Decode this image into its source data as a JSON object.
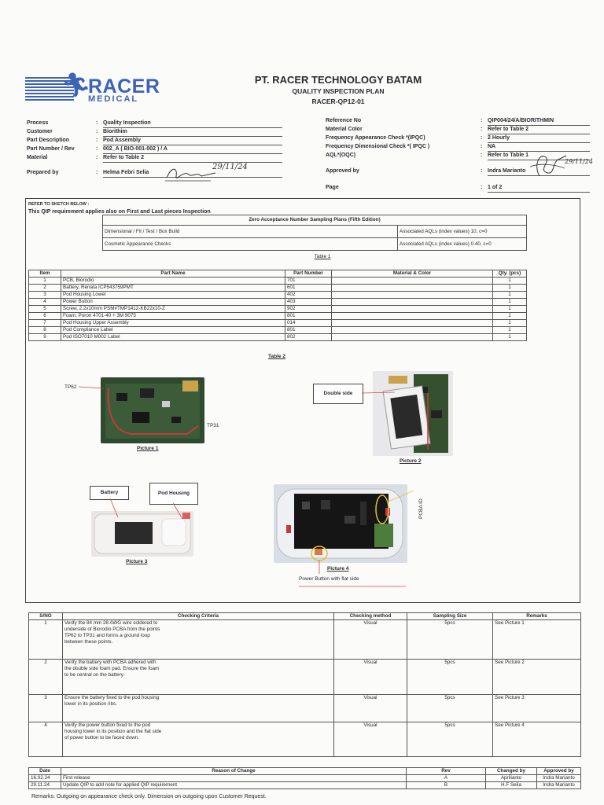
{
  "logo": {
    "brand": "RACER",
    "sub": "MEDICAL"
  },
  "company": {
    "name": "PT. RACER TECHNOLOGY BATAM",
    "doc_type": "QUALITY INSPECTION PLAN",
    "doc_no": "RACER-QP12-01"
  },
  "header_left": [
    {
      "label": "Process",
      "value": "Quality Inspection"
    },
    {
      "label": "Customer",
      "value": "Biorithim"
    },
    {
      "label": "Part Description",
      "value": "Pod Assembly"
    },
    {
      "label": "Part Number / Rev",
      "value": "002_A ( BIO-001-002 ) / A"
    },
    {
      "label": "Material",
      "value": "Refer to Table 2"
    },
    {
      "label": "Prepared by",
      "value": "Helma Febri Selia"
    }
  ],
  "header_right": [
    {
      "label": "Reference No",
      "value": "QIP004/24/A/BIORITHMIN"
    },
    {
      "label": "Material Color",
      "value": "Refer to Table 2"
    },
    {
      "label": "Frequency Appearance Check *(IPQC)",
      "value": "2 Hourly"
    },
    {
      "label": "Frequency Dimensional Check *( IPQC )",
      "value": "NA"
    },
    {
      "label": "AQL*(OQC)",
      "value": "Refer to Table 1"
    },
    {
      "label": "Approved by",
      "value": "Indra Marianto"
    },
    {
      "label": "Page",
      "value": "1 of 2"
    }
  ],
  "signatures": {
    "prepared_date": "29/11/24",
    "approved_date": "29/11/24"
  },
  "notes": {
    "sketch": "REFER TO SKETCH BELOW :",
    "requirement": "This QIP requirement applies also on First and Last pieces Inspection"
  },
  "table1": {
    "title": "Zero Acceptance Number Sampling Plans (Fifth Edition)",
    "rows": [
      {
        "check": "Dimensional / Fit / Test / Box Build",
        "aql": "Associated AQLs (index values) 10, c=0"
      },
      {
        "check": "Cosmetic Appearance Checks",
        "aql": "Associated AQLs (index values) 0.40, c=0"
      }
    ],
    "caption": "Table 1"
  },
  "table2": {
    "headers": [
      "Item",
      "Part Name",
      "Part Number",
      "Material & Color",
      "Qty. (pcs)"
    ],
    "rows": [
      [
        "1",
        "PCB, Biorodio",
        "701",
        "",
        "1"
      ],
      [
        "2",
        "Battery, Renata ICP543759PMT",
        "601",
        "",
        "1"
      ],
      [
        "3",
        "Pod Housing Lower",
        "402",
        "",
        "1"
      ],
      [
        "4",
        "Power Button",
        "403",
        "",
        "1"
      ],
      [
        "5",
        "Screw, 2.2x10mm PSM#TMP1412-KB22x10-Z",
        "902",
        "",
        "1"
      ],
      [
        "6",
        "Foam, Poron 4701-40 + 3M 9075",
        "801",
        "",
        "1"
      ],
      [
        "7",
        "Pod Housing Upper Assembly",
        "014",
        "",
        "1"
      ],
      [
        "8",
        "Pod Compliance Label",
        "801",
        "",
        "1"
      ],
      [
        "9",
        "Pod ISO7010 M002 Label",
        "802",
        "",
        "1"
      ]
    ],
    "caption": "Table 2"
  },
  "pictures": {
    "p1": {
      "caption": "Picture 1",
      "tp62": "TP62",
      "tp31": "TP31"
    },
    "p2": {
      "caption": "Picture 2",
      "callout": "Double side"
    },
    "p3": {
      "caption": "Picture 3",
      "callout_battery": "Battery",
      "callout_housing": "Pod Housing"
    },
    "p4": {
      "caption": "Picture 4",
      "pcba_id": "PCBA ID",
      "note": "Power Button with flat side"
    }
  },
  "checking": {
    "headers": [
      "S/NO",
      "Checking Criteria",
      "Checking method",
      "Sampling Size",
      "Remarks"
    ],
    "rows": [
      {
        "no": "1",
        "lines": [
          "Verify the 84 mm 28 AWG wire soldered to",
          "underside of Biorodio PCBA from the points",
          "TP62 to TP31 and forms a ground loop",
          "between these points."
        ],
        "method": "Visual",
        "size": "5pcs",
        "remarks": "See Picture 1"
      },
      {
        "no": "2",
        "lines": [
          "Verify the battery with PCBA adhered with",
          "the double side foam pad. Ensure the foam",
          "to be central on the battery."
        ],
        "method": "Visual",
        "size": "5pcs",
        "remarks": "See Picture 2"
      },
      {
        "no": "3",
        "lines": [
          "Ensure the battery fixed to the pod housing",
          "lower in its position ribs."
        ],
        "method": "Visual",
        "size": "5pcs",
        "remarks": "See Picture 3"
      },
      {
        "no": "4",
        "lines": [
          "Verify the power button fixed to the pod",
          "housing lower in its position and the flat side",
          "of power button to be faced down."
        ],
        "method": "Visual",
        "size": "5pcs",
        "remarks": "See Picture 4"
      }
    ]
  },
  "changes": {
    "headers": [
      "Date",
      "Reason of Change",
      "Rev",
      "Changed by",
      "Approved by"
    ],
    "rows": [
      [
        "16.02.24",
        "First release",
        "A",
        "Aprilianto",
        "Indra Marianto"
      ],
      [
        "29.11.24",
        "Update QIP to add note for applied QIP requirement",
        "B",
        "H.F Selia",
        "Indra Marianto"
      ]
    ]
  },
  "remarks": "Remarks: Outgoing on appearance check only. Dimension on outgoing upon Customer Request."
}
